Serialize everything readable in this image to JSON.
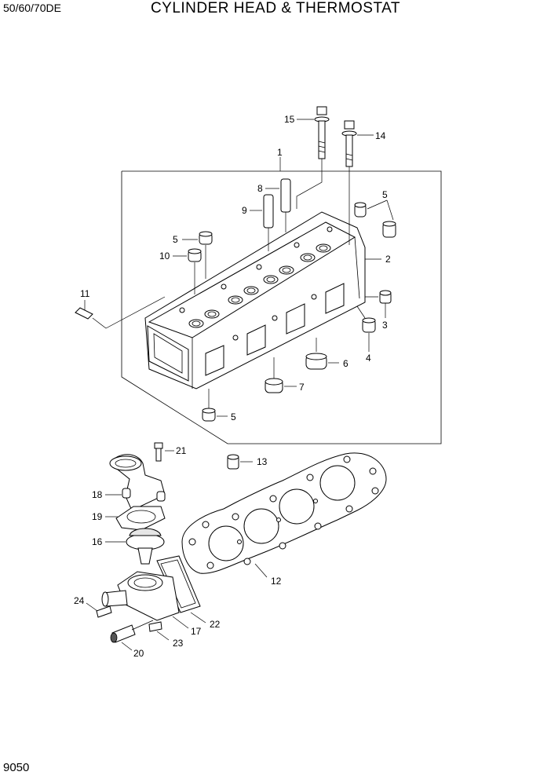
{
  "header": {
    "model": "50/60/70DE",
    "title": "CYLINDER HEAD & THERMOSTAT"
  },
  "page_number": "9050",
  "callouts": {
    "c1": "1",
    "c2": "2",
    "c3": "3",
    "c4": "4",
    "c5a": "5",
    "c5b": "5",
    "c5c": "5",
    "c6": "6",
    "c7": "7",
    "c8": "8",
    "c9": "9",
    "c10": "10",
    "c11": "11",
    "c12": "12",
    "c13": "13",
    "c14": "14",
    "c15": "15",
    "c16": "16",
    "c17": "17",
    "c18": "18",
    "c19": "19",
    "c20": "20",
    "c21": "21",
    "c22": "22",
    "c23": "23",
    "c24": "24"
  }
}
